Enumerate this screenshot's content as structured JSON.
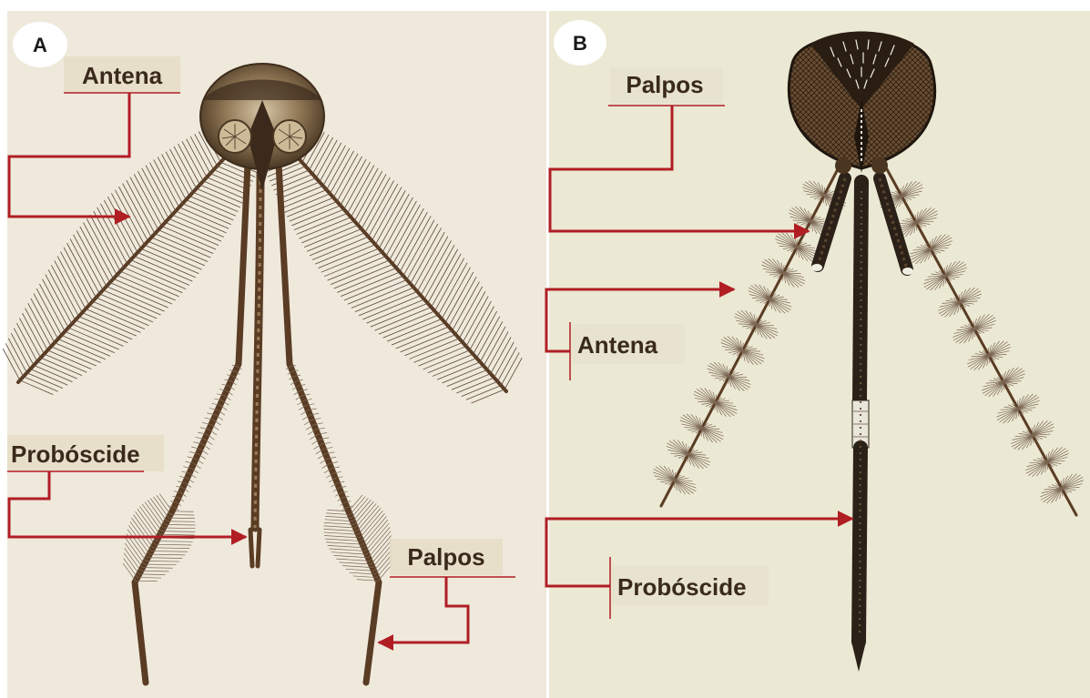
{
  "panels": [
    {
      "badge": "A",
      "labels": {
        "antenna": "Antena",
        "proboscis": "Probóscide",
        "palps": "Palpos"
      }
    },
    {
      "badge": "B",
      "labels": {
        "palps": "Palpos",
        "antenna": "Antena",
        "proboscis": "Probóscide"
      }
    }
  ],
  "colors": {
    "leader": "#b01e24",
    "label": "#3a2a1c"
  }
}
